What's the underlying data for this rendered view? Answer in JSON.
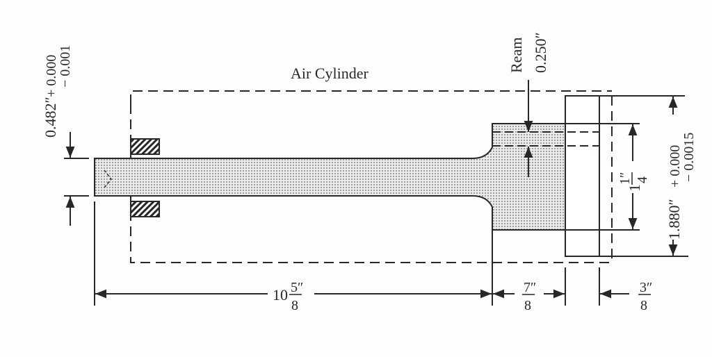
{
  "labels": {
    "air_cylinder": "Air Cylinder",
    "ream": "Ream",
    "ream_dia": "0.250″",
    "shaft_dia": "0.482″",
    "shaft_tol_plus": "+ 0.000",
    "shaft_tol_minus": "− 0.001",
    "flange_dia": "1.880″",
    "flange_tol_plus": "+ 0.000",
    "flange_tol_minus": "− 0.0015",
    "hub_dia_whole": "1",
    "hub_dia_num": "1″",
    "hub_dia_den": "4",
    "length_whole": "10",
    "length_num": "5″",
    "length_den": "8",
    "hub_len_num": "7″",
    "hub_len_den": "8",
    "flange_len_num": "3″",
    "flange_len_den": "8"
  },
  "colors": {
    "ink": "#2a2526",
    "fill": "#e6e4e4",
    "paper": "#fdfdfc"
  }
}
